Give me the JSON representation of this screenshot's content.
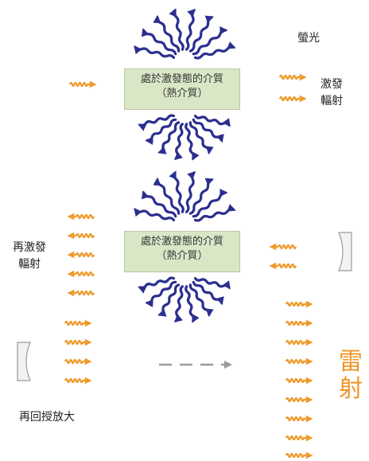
{
  "colors": {
    "arrow_blue": "#2c2f8f",
    "wave_orange": "#ee9a2c",
    "medium_fill": "#d9e7c7",
    "laser_text": "#ef9525",
    "dash_gray": "#9a9a9a"
  },
  "top": {
    "fluorescence_label": "螢光",
    "medium_line1": "處於激發態的介質",
    "medium_line2": "（熱介質）",
    "stimulated_label_line1": "激發",
    "stimulated_label_line2": "輻射"
  },
  "bottom": {
    "medium_line1": "處於激發態的介質",
    "medium_line2": "（熱介質）",
    "restimulated_line1": "再激發",
    "restimulated_line2": "輻射",
    "feedback_label": "再回授放大",
    "laser_char1": "雷",
    "laser_char2": "射"
  }
}
